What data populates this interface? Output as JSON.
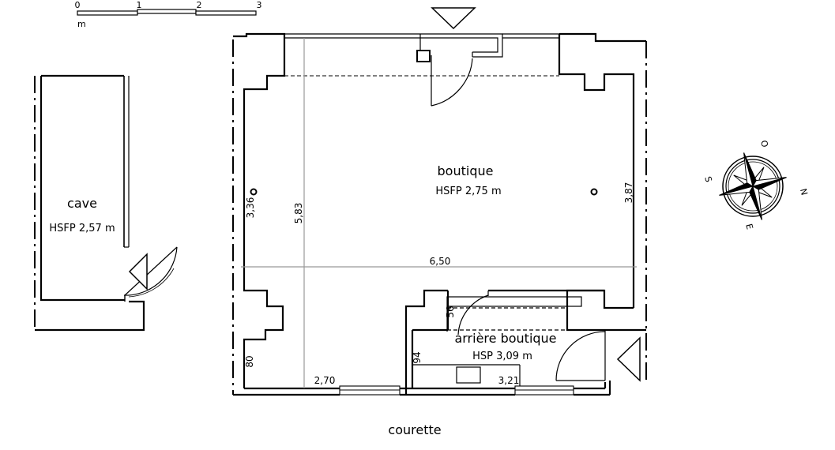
{
  "scale_bar": {
    "ticks": [
      "0",
      "1",
      "2",
      "3"
    ],
    "unit": "m"
  },
  "rooms": {
    "cave": {
      "name": "cave",
      "height": "HSFP 2,57 m"
    },
    "boutique": {
      "name": "boutique",
      "height": "HSFP 2,75 m"
    },
    "arriere": {
      "name": "arrière boutique",
      "height": "HSP 3,09 m"
    }
  },
  "dimensions": {
    "width_total": "6,50",
    "depth_total": "5,83",
    "left_wall": "3,36",
    "right_wall": "3,87",
    "front_left": "2,70",
    "front_right": "3,21",
    "pier_left": "80",
    "pier_right": "94",
    "passage": "56"
  },
  "compass": {
    "north": "N",
    "south": "S",
    "east": "E",
    "west": "O"
  },
  "courtyard": "courette",
  "colors": {
    "line": "#000000",
    "dim_line": "#999999"
  }
}
